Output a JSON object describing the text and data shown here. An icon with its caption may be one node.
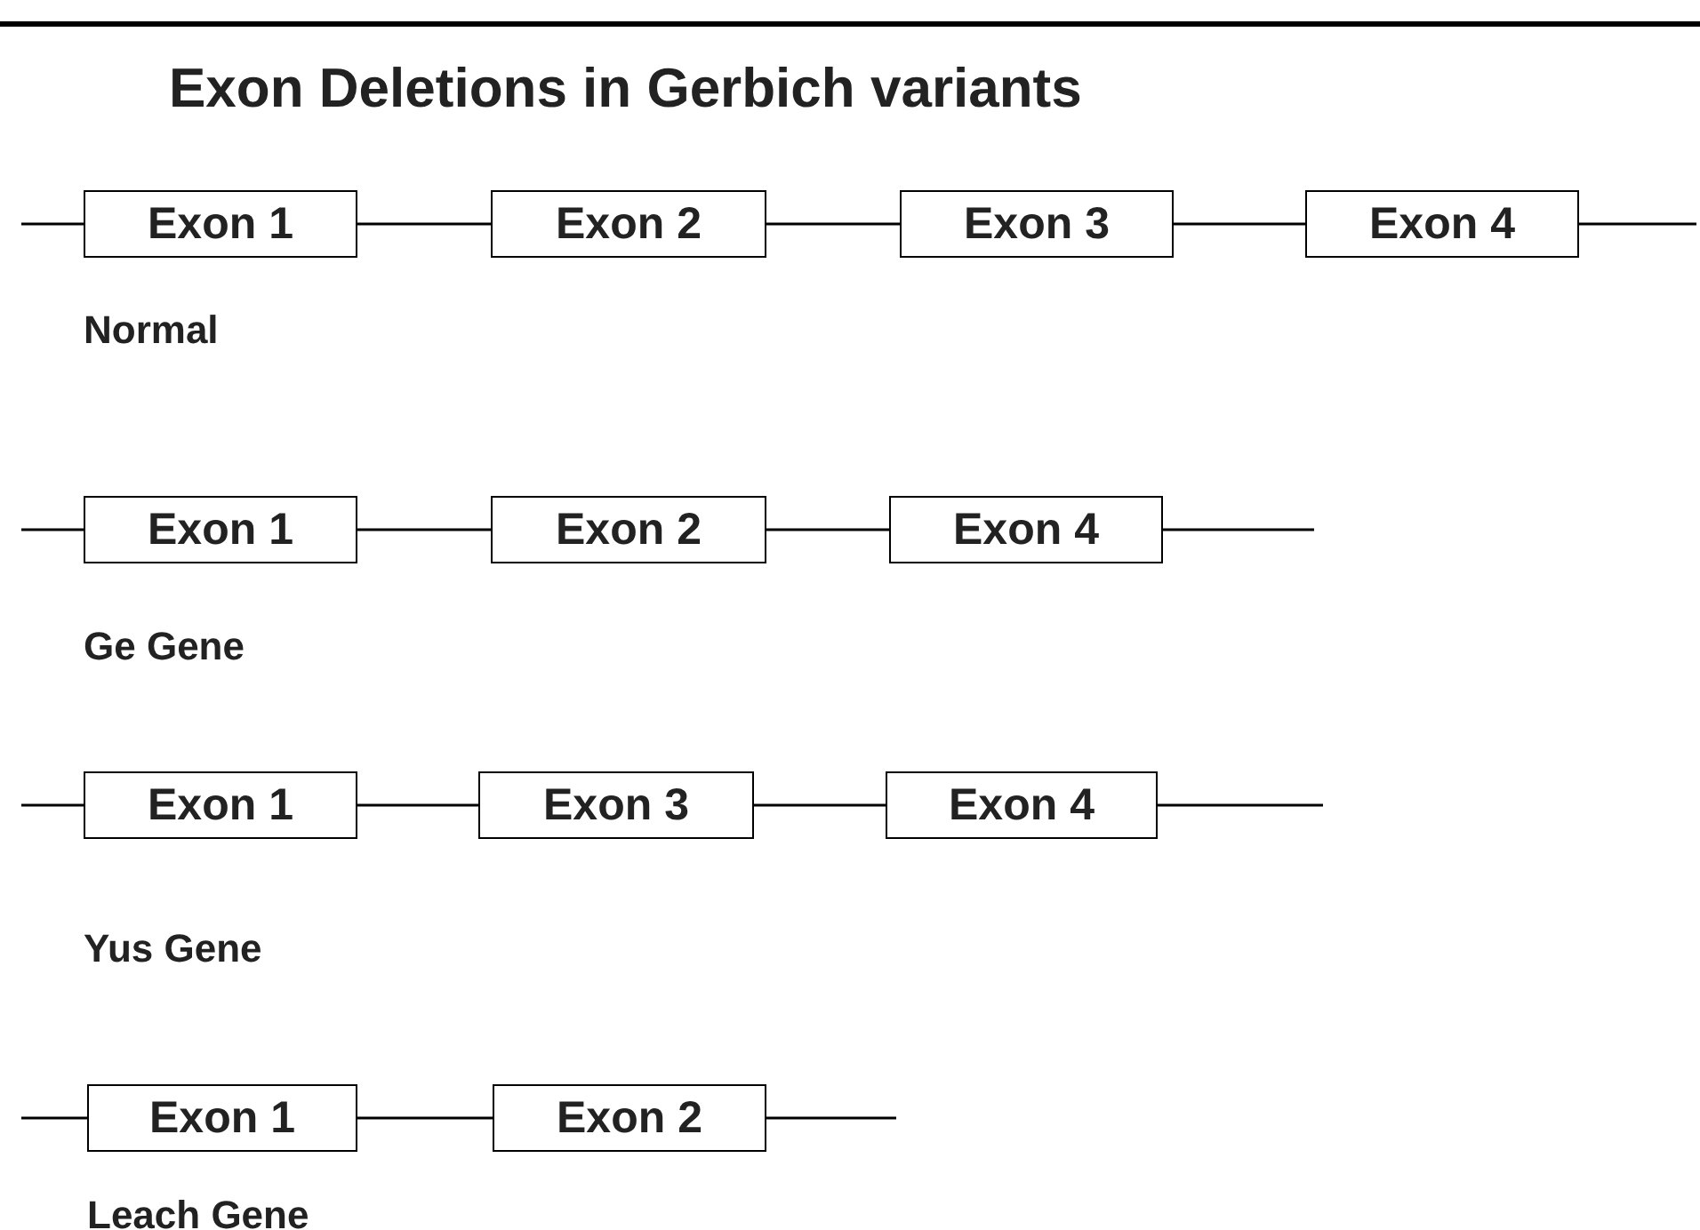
{
  "diagram": {
    "title": "Exon Deletions in Gerbich variants",
    "nodes": [
      {
        "text": [
          "Exon 1"
        ]
      },
      {
        "text": [
          "Exon 2"
        ]
      },
      {
        "text": [
          "Exon 3"
        ]
      },
      {
        "text": [
          "Exon 4"
        ]
      },
      {
        "text": [
          "Exon 1"
        ]
      },
      {
        "text": [
          "Exon 2"
        ]
      },
      {
        "text": [
          "Exon 4"
        ]
      },
      {
        "text": [
          "Exon 1"
        ]
      },
      {
        "text": [
          "Exon 3"
        ]
      },
      {
        "text": [
          "Exon 4"
        ]
      },
      {
        "text": [
          "Exon 1"
        ]
      },
      {
        "text": [
          "Exon 2"
        ]
      }
    ],
    "edges": [
      {
        "from": null,
        "to": 0,
        "arrow": "none"
      },
      {
        "from": 0,
        "to": 1,
        "arrow": "none"
      },
      {
        "from": 1,
        "to": 2,
        "arrow": "none"
      },
      {
        "from": 2,
        "to": 3,
        "arrow": "none"
      },
      {
        "from": 3,
        "to": null,
        "arrow": "none"
      },
      {
        "from": null,
        "to": 4,
        "arrow": "none"
      },
      {
        "from": 4,
        "to": 5,
        "arrow": "none"
      },
      {
        "from": 5,
        "to": 6,
        "arrow": "none"
      },
      {
        "from": 6,
        "to": null,
        "arrow": "none"
      },
      {
        "from": null,
        "to": 7,
        "arrow": "none"
      },
      {
        "from": 7,
        "to": 8,
        "arrow": "none"
      },
      {
        "from": 8,
        "to": 9,
        "arrow": "none"
      },
      {
        "from": 9,
        "to": null,
        "arrow": "none"
      },
      {
        "from": null,
        "to": 10,
        "arrow": "none"
      },
      {
        "from": 10,
        "to": 11,
        "arrow": "none"
      },
      {
        "from": 11,
        "to": null,
        "arrow": "none"
      }
    ],
    "labels": [
      "Normal",
      "Ge Gene",
      "Yus Gene",
      "Leach Gene"
    ]
  }
}
